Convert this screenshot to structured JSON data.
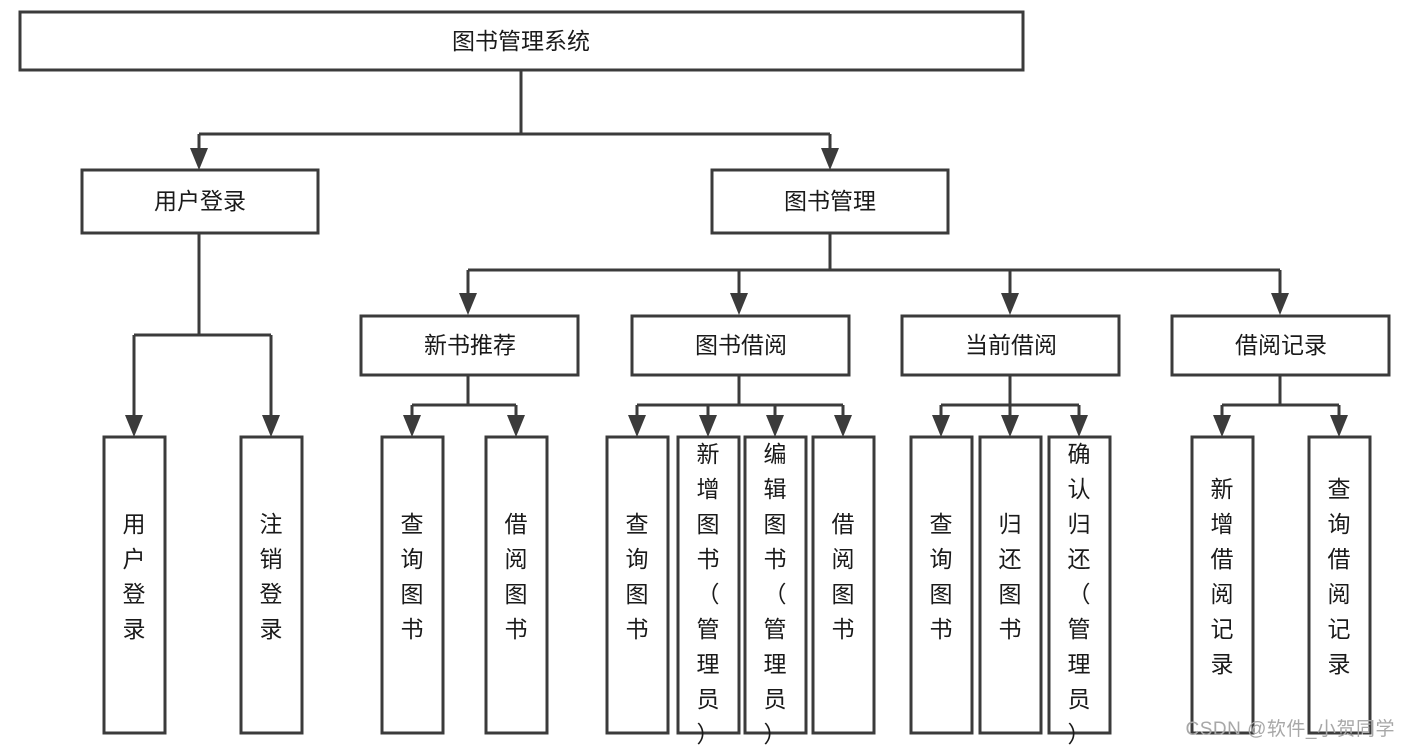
{
  "diagram": {
    "type": "hierarchy-tree",
    "title": "图书管理系统",
    "watermark": "CSDN @软件_小贺同学",
    "colors": {
      "stroke": "#3b3b3b",
      "fill": "#ffffff",
      "text": "#1a1a1a",
      "watermark": "#a8a8a8"
    },
    "levels": {
      "root": "图书管理系统",
      "level2": [
        "用户登录",
        "图书管理"
      ],
      "level3": [
        "新书推荐",
        "图书借阅",
        "当前借阅",
        "借阅记录"
      ],
      "level4": [
        "用户登录",
        "注销登录",
        "查询图书",
        "借阅图书",
        "查询图书",
        "新增图书（管理员）",
        "编辑图书（管理员）",
        "借阅图书",
        "查询图书",
        "归还图书",
        "确认归还（管理员）",
        "新增借阅记录",
        "查询借阅记录"
      ]
    },
    "nodes": {
      "root": {
        "label": "图书管理系统"
      },
      "user_login": {
        "label": "用户登录"
      },
      "book_manage": {
        "label": "图书管理"
      },
      "new_book_rec": {
        "label": "新书推荐"
      },
      "book_borrow": {
        "label": "图书借阅"
      },
      "current_borrow": {
        "label": "当前借阅"
      },
      "borrow_record": {
        "label": "借阅记录"
      },
      "leaf_user_login": {
        "label": "用户登录"
      },
      "leaf_logout": {
        "label": "注销登录"
      },
      "leaf_query_book_1": {
        "label": "查询图书"
      },
      "leaf_borrow_book_1": {
        "label": "借阅图书"
      },
      "leaf_query_book_2": {
        "label": "查询图书"
      },
      "leaf_add_book": {
        "label": "新增图书（管理员）"
      },
      "leaf_edit_book": {
        "label": "编辑图书（管理员）"
      },
      "leaf_borrow_book_2": {
        "label": "借阅图书"
      },
      "leaf_query_book_3": {
        "label": "查询图书"
      },
      "leaf_return_book": {
        "label": "归还图书"
      },
      "leaf_confirm_return": {
        "label": "确认归还（管理员）"
      },
      "leaf_add_record": {
        "label": "新增借阅记录"
      },
      "leaf_query_record": {
        "label": "查询借阅记录"
      }
    }
  }
}
